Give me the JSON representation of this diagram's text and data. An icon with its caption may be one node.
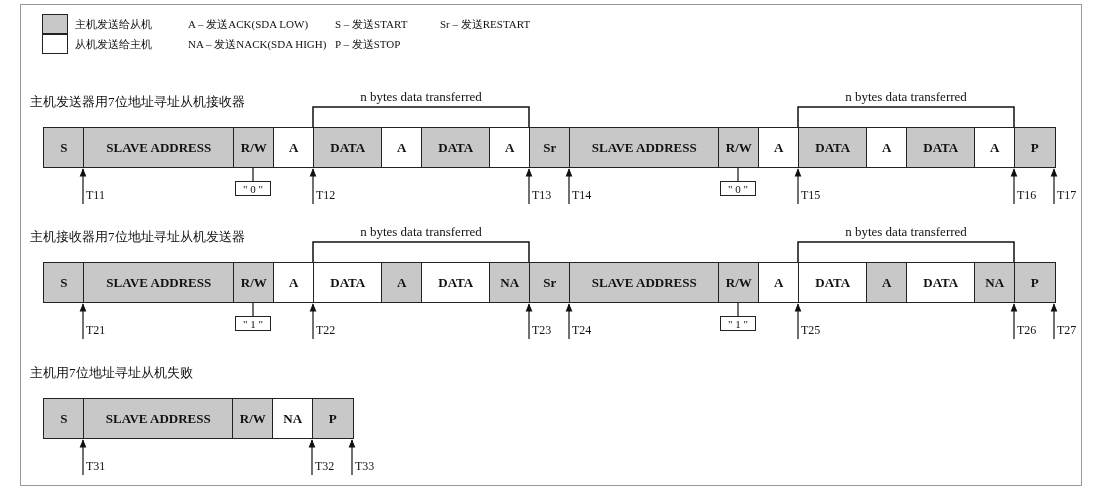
{
  "diagram": {
    "nodes": [
      {
        "text": [
          "S"
        ]
      },
      {
        "text": [
          "SLAVE ADDRESS"
        ]
      },
      {
        "text": [
          "R/W"
        ]
      },
      {
        "text": [
          "A"
        ]
      },
      {
        "text": [
          "DATA"
        ]
      },
      {
        "text": [
          "A"
        ]
      },
      {
        "text": [
          "DATA"
        ]
      },
      {
        "text": [
          "A"
        ]
      },
      {
        "text": [
          "Sr"
        ]
      },
      {
        "text": [
          "SLAVE ADDRESS"
        ]
      },
      {
        "text": [
          "R/W"
        ]
      },
      {
        "text": [
          "A"
        ]
      },
      {
        "text": [
          "DATA"
        ]
      },
      {
        "text": [
          "A"
        ]
      },
      {
        "text": [
          "DATA"
        ]
      },
      {
        "text": [
          "A"
        ]
      },
      {
        "text": [
          "P"
        ]
      },
      {
        "text": [
          "\" 0 \""
        ]
      },
      {
        "text": [
          "\" 0 \""
        ]
      },
      {
        "text": [
          "T11"
        ]
      },
      {
        "text": [
          "T12"
        ]
      },
      {
        "text": [
          "T13"
        ]
      },
      {
        "text": [
          "T14"
        ]
      },
      {
        "text": [
          "T15"
        ]
      },
      {
        "text": [
          "T16"
        ]
      },
      {
        "text": [
          "T17"
        ]
      },
      {
        "text": [
          "S"
        ]
      },
      {
        "text": [
          "SLAVE ADDRESS"
        ]
      },
      {
        "text": [
          "R/W"
        ]
      },
      {
        "text": [
          "A"
        ]
      },
      {
        "text": [
          "DATA"
        ]
      },
      {
        "text": [
          "A"
        ]
      },
      {
        "text": [
          "DATA"
        ]
      },
      {
        "text": [
          "NA"
        ]
      },
      {
        "text": [
          "Sr"
        ]
      },
      {
        "text": [
          "SLAVE ADDRESS"
        ]
      },
      {
        "text": [
          "R/W"
        ]
      },
      {
        "text": [
          "A"
        ]
      },
      {
        "text": [
          "DATA"
        ]
      },
      {
        "text": [
          "A"
        ]
      },
      {
        "text": [
          "DATA"
        ]
      },
      {
        "text": [
          "NA"
        ]
      },
      {
        "text": [
          "P"
        ]
      },
      {
        "text": [
          "\" 1 \""
        ]
      },
      {
        "text": [
          "\" 1 \""
        ]
      },
      {
        "text": [
          "T21"
        ]
      },
      {
        "text": [
          "T22"
        ]
      },
      {
        "text": [
          "T23"
        ]
      },
      {
        "text": [
          "T24"
        ]
      },
      {
        "text": [
          "T25"
        ]
      },
      {
        "text": [
          "T26"
        ]
      },
      {
        "text": [
          "T27"
        ]
      },
      {
        "text": [
          "S"
        ]
      },
      {
        "text": [
          "SLAVE ADDRESS"
        ]
      },
      {
        "text": [
          "R/W"
        ]
      },
      {
        "text": [
          "NA"
        ]
      },
      {
        "text": [
          "P"
        ]
      },
      {
        "text": [
          "T31"
        ]
      },
      {
        "text": [
          "T32"
        ]
      },
      {
        "text": [
          "T33"
        ]
      }
    ],
    "edges": [
      {
        "from": 17,
        "to": 2,
        "arrow": "none"
      },
      {
        "from": 18,
        "to": 10,
        "arrow": "none"
      },
      {
        "from": 19,
        "to": null,
        "arrow": "to"
      },
      {
        "from": 20,
        "to": null,
        "arrow": "to"
      },
      {
        "from": 21,
        "to": null,
        "arrow": "to"
      },
      {
        "from": 22,
        "to": null,
        "arrow": "to"
      },
      {
        "from": 23,
        "to": null,
        "arrow": "to"
      },
      {
        "from": 24,
        "to": null,
        "arrow": "to"
      },
      {
        "from": 25,
        "to": null,
        "arrow": "to"
      },
      {
        "from": 43,
        "to": 28,
        "arrow": "none"
      },
      {
        "from": 44,
        "to": 36,
        "arrow": "none"
      },
      {
        "from": 45,
        "to": null,
        "arrow": "to"
      },
      {
        "from": 46,
        "to": null,
        "arrow": "to"
      },
      {
        "from": 47,
        "to": null,
        "arrow": "to"
      },
      {
        "from": 48,
        "to": null,
        "arrow": "to"
      },
      {
        "from": 49,
        "to": null,
        "arrow": "to"
      },
      {
        "from": 50,
        "to": null,
        "arrow": "to"
      },
      {
        "from": 51,
        "to": null,
        "arrow": "to"
      },
      {
        "from": 57,
        "to": null,
        "arrow": "to"
      },
      {
        "from": 58,
        "to": null,
        "arrow": "to"
      },
      {
        "from": 59,
        "to": null,
        "arrow": "to"
      }
    ],
    "labels": [
      "A – 发送ACK(SDA LOW)",
      "S – 发送START",
      "Sr – 发送RESTART",
      "NA – 发送NACK(SDA HIGH)",
      "P – 发送STOP",
      "主机发送器用7位地址寻址从机接收器",
      "n bytes data transferred",
      "n bytes data transferred",
      "主机接收器用7位地址寻址从机发送器",
      "n bytes data transferred",
      "n bytes data transferred",
      "主机用7位地址寻址从机失败"
    ],
    "legend": [
      {
        "text": "主机发送给从机",
        "color": "#c8c8c8"
      },
      {
        "text": "从机发送给主机",
        "color": "#ffffff"
      }
    ]
  }
}
